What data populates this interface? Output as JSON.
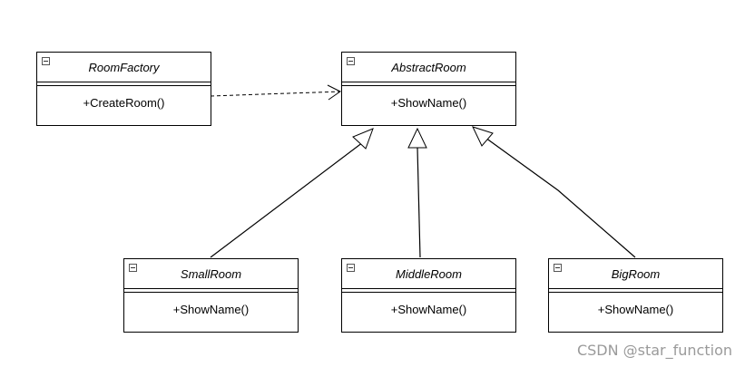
{
  "classes": {
    "room_factory": {
      "name": "RoomFactory",
      "operation": "+CreateRoom()"
    },
    "abstract_room": {
      "name": "AbstractRoom",
      "operation": "+ShowName()"
    },
    "small_room": {
      "name": "SmallRoom",
      "operation": "+ShowName()"
    },
    "middle_room": {
      "name": "MiddleRoom",
      "operation": "+ShowName()"
    },
    "big_room": {
      "name": "BigRoom",
      "operation": "+ShowName()"
    }
  },
  "relations": [
    {
      "type": "dependency",
      "from": "RoomFactory",
      "to": "AbstractRoom"
    },
    {
      "type": "generalization",
      "from": "SmallRoom",
      "to": "AbstractRoom"
    },
    {
      "type": "generalization",
      "from": "MiddleRoom",
      "to": "AbstractRoom"
    },
    {
      "type": "generalization",
      "from": "BigRoom",
      "to": "AbstractRoom"
    }
  ],
  "watermark": "CSDN @star_function",
  "colors": {
    "line": "#000000",
    "watermark": "#9a9a9a",
    "background": "#ffffff"
  }
}
